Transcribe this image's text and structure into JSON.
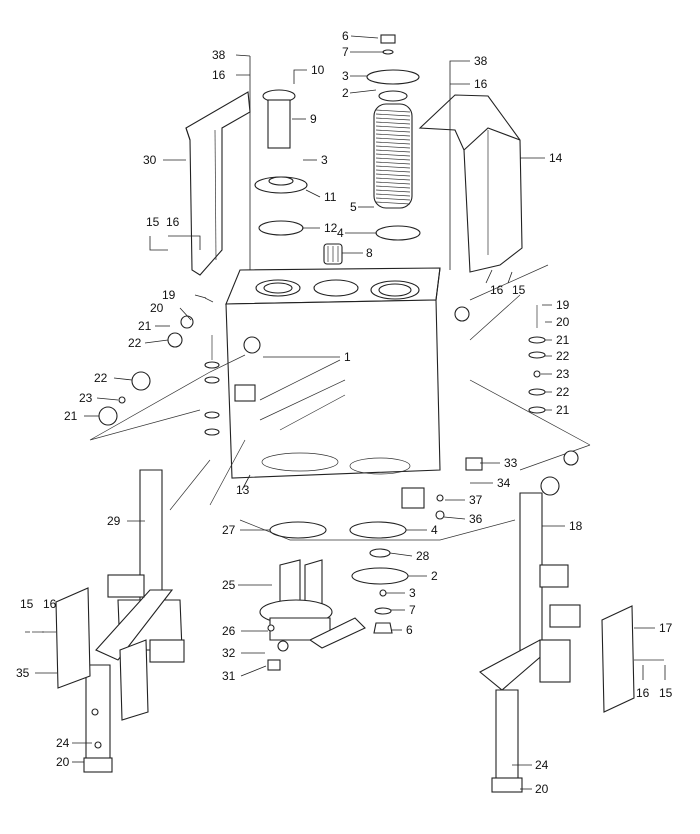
{
  "diagram": {
    "callouts": [
      {
        "id": "c6a",
        "text": "6"
      },
      {
        "id": "c7a",
        "text": "7"
      },
      {
        "id": "c3a",
        "text": "3"
      },
      {
        "id": "c2a",
        "text": "2"
      },
      {
        "id": "c38a",
        "text": "38"
      },
      {
        "id": "c16a",
        "text": "16"
      },
      {
        "id": "c10",
        "text": "10"
      },
      {
        "id": "c9",
        "text": "9"
      },
      {
        "id": "c3b",
        "text": "3"
      },
      {
        "id": "c11",
        "text": "11"
      },
      {
        "id": "c30",
        "text": "30"
      },
      {
        "id": "c12",
        "text": "12"
      },
      {
        "id": "c5",
        "text": "5"
      },
      {
        "id": "c4a",
        "text": "4"
      },
      {
        "id": "c8",
        "text": "8"
      },
      {
        "id": "c15a",
        "text": "15"
      },
      {
        "id": "c16b",
        "text": "16"
      },
      {
        "id": "c38b",
        "text": "38"
      },
      {
        "id": "c16c",
        "text": "16"
      },
      {
        "id": "c14",
        "text": "14"
      },
      {
        "id": "c16d",
        "text": "16"
      },
      {
        "id": "c15b",
        "text": "15"
      },
      {
        "id": "c19a",
        "text": "19"
      },
      {
        "id": "c20a",
        "text": "20"
      },
      {
        "id": "c21a",
        "text": "21"
      },
      {
        "id": "c22a",
        "text": "22"
      },
      {
        "id": "c1",
        "text": "1"
      },
      {
        "id": "c22b",
        "text": "22"
      },
      {
        "id": "c23a",
        "text": "23"
      },
      {
        "id": "c21b",
        "text": "21"
      },
      {
        "id": "c19b",
        "text": "19"
      },
      {
        "id": "c20b",
        "text": "20"
      },
      {
        "id": "c21c",
        "text": "21"
      },
      {
        "id": "c22c",
        "text": "22"
      },
      {
        "id": "c23b",
        "text": "23"
      },
      {
        "id": "c22d",
        "text": "22"
      },
      {
        "id": "c21d",
        "text": "21"
      },
      {
        "id": "c33",
        "text": "33"
      },
      {
        "id": "c34",
        "text": "34"
      },
      {
        "id": "c37",
        "text": "37"
      },
      {
        "id": "c36",
        "text": "36"
      },
      {
        "id": "c13",
        "text": "13"
      },
      {
        "id": "c29",
        "text": "29"
      },
      {
        "id": "c27",
        "text": "27"
      },
      {
        "id": "c4b",
        "text": "4"
      },
      {
        "id": "c18",
        "text": "18"
      },
      {
        "id": "c28",
        "text": "28"
      },
      {
        "id": "c2b",
        "text": "2"
      },
      {
        "id": "c25",
        "text": "25"
      },
      {
        "id": "c3c",
        "text": "3"
      },
      {
        "id": "c7b",
        "text": "7"
      },
      {
        "id": "c6b",
        "text": "6"
      },
      {
        "id": "c26",
        "text": "26"
      },
      {
        "id": "c15c",
        "text": "15"
      },
      {
        "id": "c16e",
        "text": "16"
      },
      {
        "id": "c17",
        "text": "17"
      },
      {
        "id": "c35",
        "text": "35"
      },
      {
        "id": "c32",
        "text": "32"
      },
      {
        "id": "c31",
        "text": "31"
      },
      {
        "id": "c16f",
        "text": "16"
      },
      {
        "id": "c15d",
        "text": "15"
      },
      {
        "id": "c24a",
        "text": "24"
      },
      {
        "id": "c20c",
        "text": "20"
      },
      {
        "id": "c24b",
        "text": "24"
      },
      {
        "id": "c20d",
        "text": "20"
      }
    ]
  }
}
